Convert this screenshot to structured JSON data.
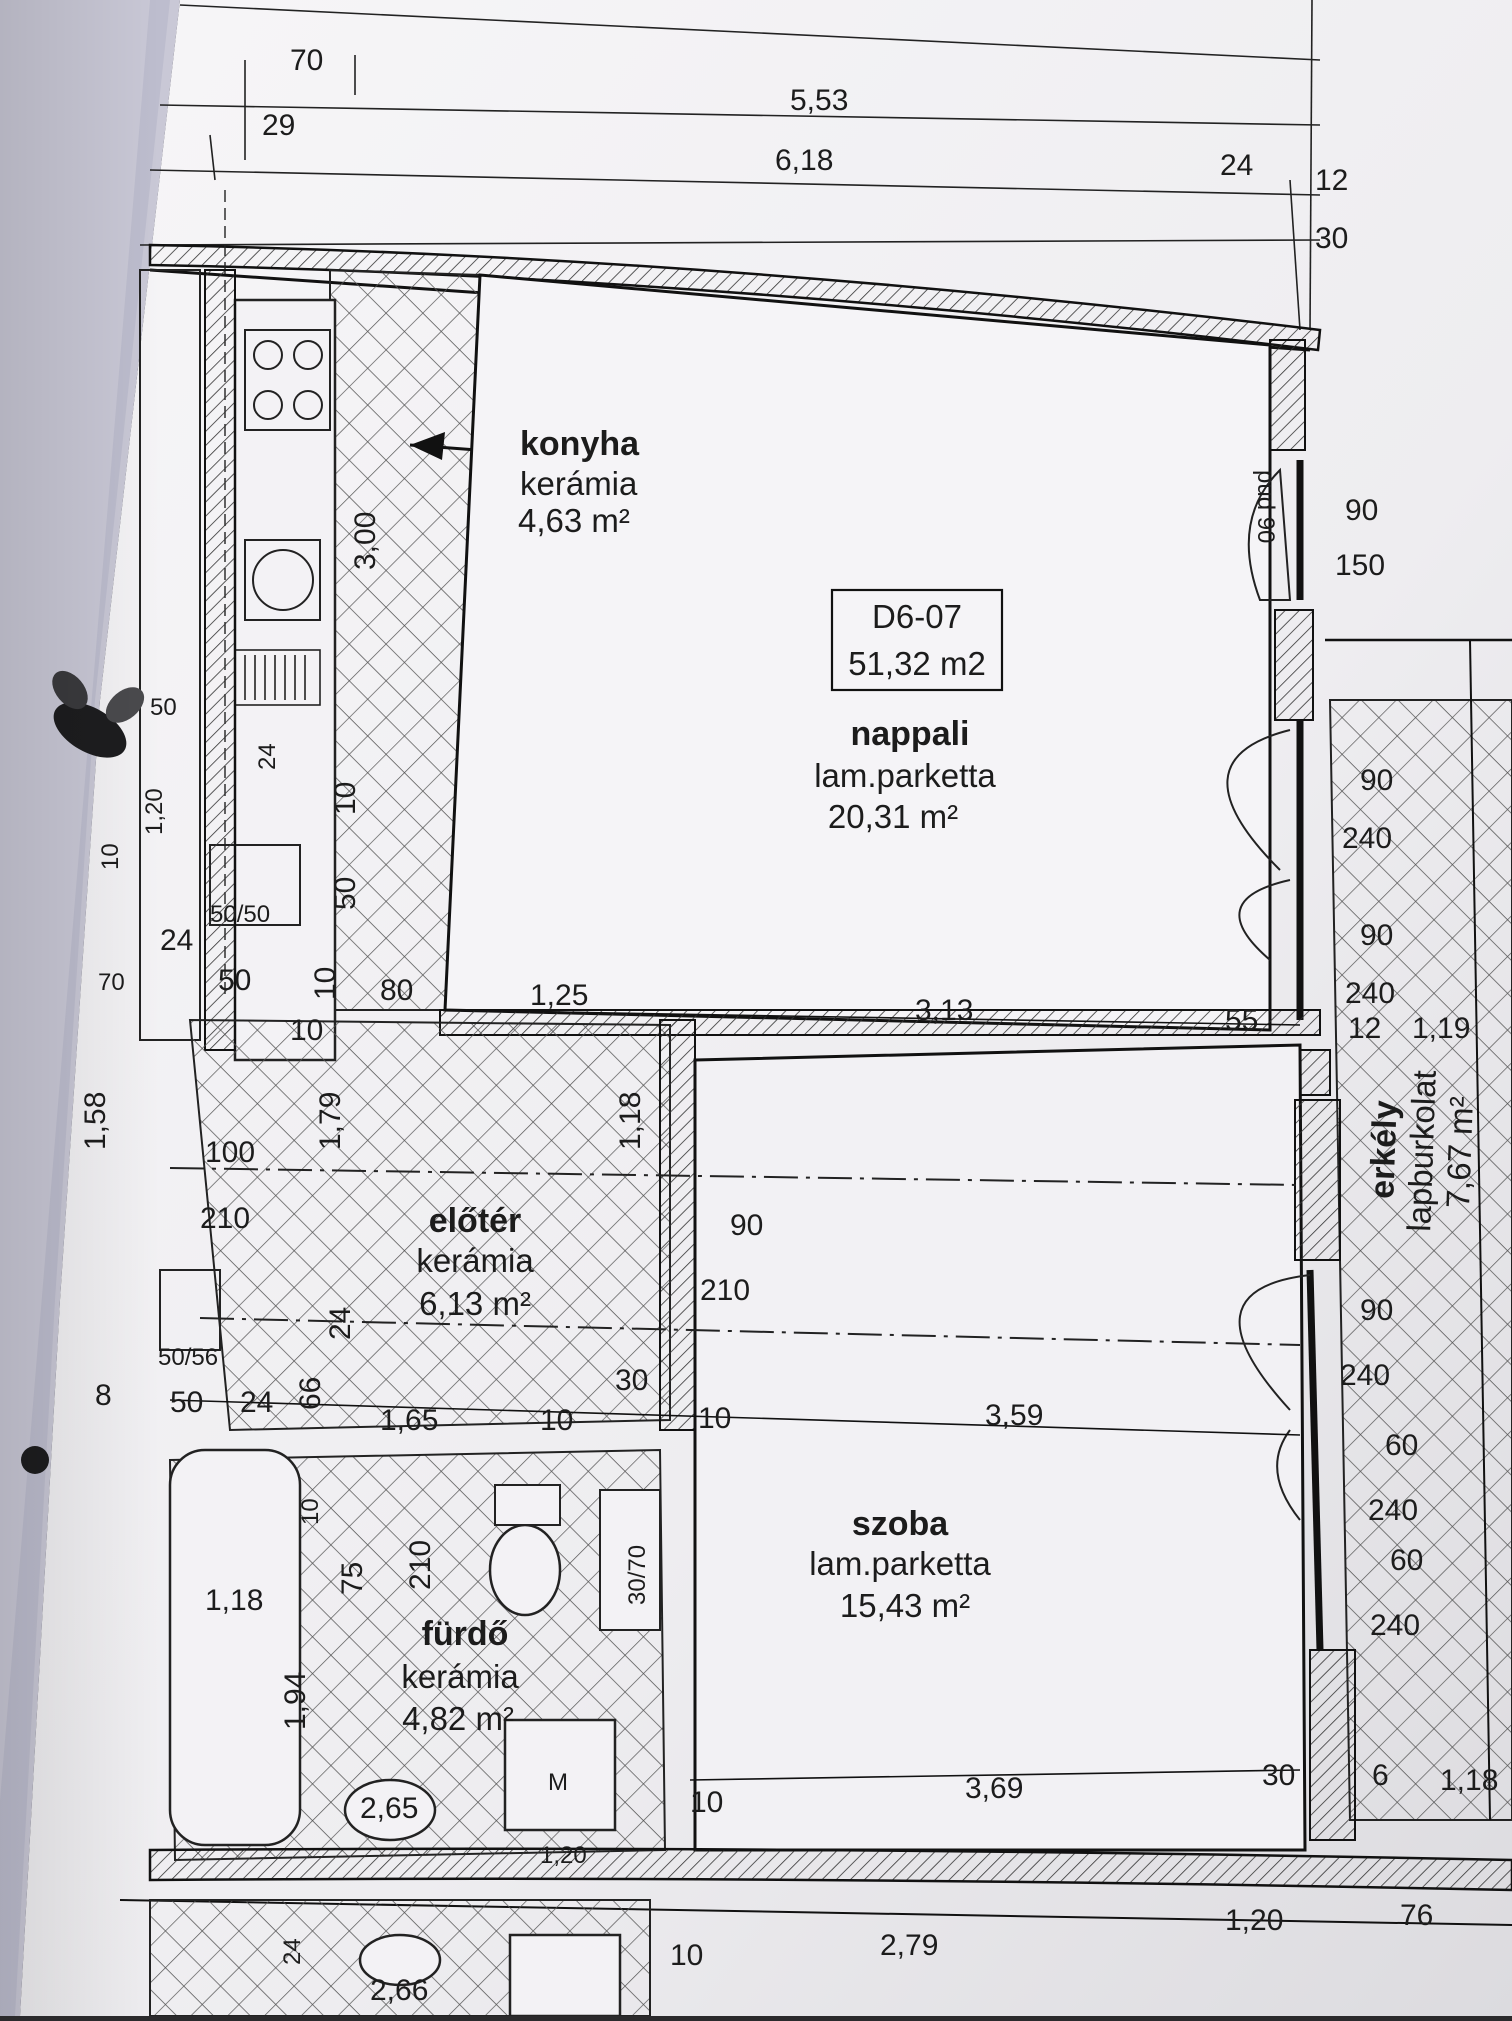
{
  "unit": {
    "code": "D6-07",
    "total_area": "51,32 m2"
  },
  "rooms": {
    "konyha": {
      "name": "konyha",
      "floor": "kerámia",
      "area": "4,63 m²"
    },
    "nappali": {
      "name": "nappali",
      "floor": "lam.parketta",
      "area": "20,31 m²"
    },
    "eloter": {
      "name": "előtér",
      "floor": "kerámia",
      "area": "6,13 m²"
    },
    "szoba": {
      "name": "szoba",
      "floor": "lam.parketta",
      "area": "15,43 m²"
    },
    "furdo": {
      "name": "fürdő",
      "floor": "kerámia",
      "area": "4,82 m²"
    },
    "erkely": {
      "name": "erkély",
      "floor": "lapburkolat",
      "area": "7,67 m²"
    }
  },
  "dimensions": {
    "top_70": "70",
    "top_553": "5,53",
    "top_29": "29",
    "top_618": "6,18",
    "top_24": "24",
    "top_12": "12",
    "top_30": "30",
    "k_300": "3,00",
    "k_10": "10",
    "k_50": "50",
    "cab_5050": "50/50",
    "w_90": "90",
    "w_150": "150",
    "pud": "pud 90",
    "d_90a": "90",
    "d_240a": "240",
    "d_90b": "90",
    "d_240b": "240",
    "mid_24": "24",
    "mid_50": "50",
    "mid_10a": "10",
    "mid_10b": "10",
    "mid_80": "80",
    "mid_125": "1,25",
    "mid_313": "3,13",
    "mid_55": "55",
    "mid_12": "12",
    "mid_119": "1,19",
    "l_158": "1,58",
    "l_100": "100",
    "l_210": "210",
    "l_179": "1,79",
    "l_118": "1,18",
    "e_90": "90",
    "e_210": "210",
    "e_24": "24",
    "e_30": "30",
    "s_90": "90",
    "s_240": "240",
    "s_60a": "60",
    "s_240b": "240",
    "s_60b": "60",
    "s_240c": "240",
    "b_5056": "50/56",
    "b_50": "50",
    "b_8": "8",
    "b_24": "24",
    "b_66": "66",
    "b_165": "1,65",
    "b_10a": "10",
    "b_10b": "10",
    "b_359": "3,59",
    "f_10": "10",
    "f_75": "75",
    "f_210": "210",
    "f_118": "1,18",
    "f_194": "1,94",
    "f_3070": "30/70",
    "f_265": "2,65",
    "f_m": "M",
    "f_120": "1,20",
    "bot_10": "10",
    "bot_369": "3,69",
    "bot_30": "30",
    "bot_6": "6",
    "bot_118": "1,18",
    "low_266": "2,66",
    "low_10": "10",
    "low_279": "2,79",
    "low_120": "1,20",
    "low_76": "76",
    "low_24": "24",
    "l_120": "1,20",
    "l_10": "10",
    "l_50": "50",
    "l_70": "70",
    "l_24": "24"
  }
}
